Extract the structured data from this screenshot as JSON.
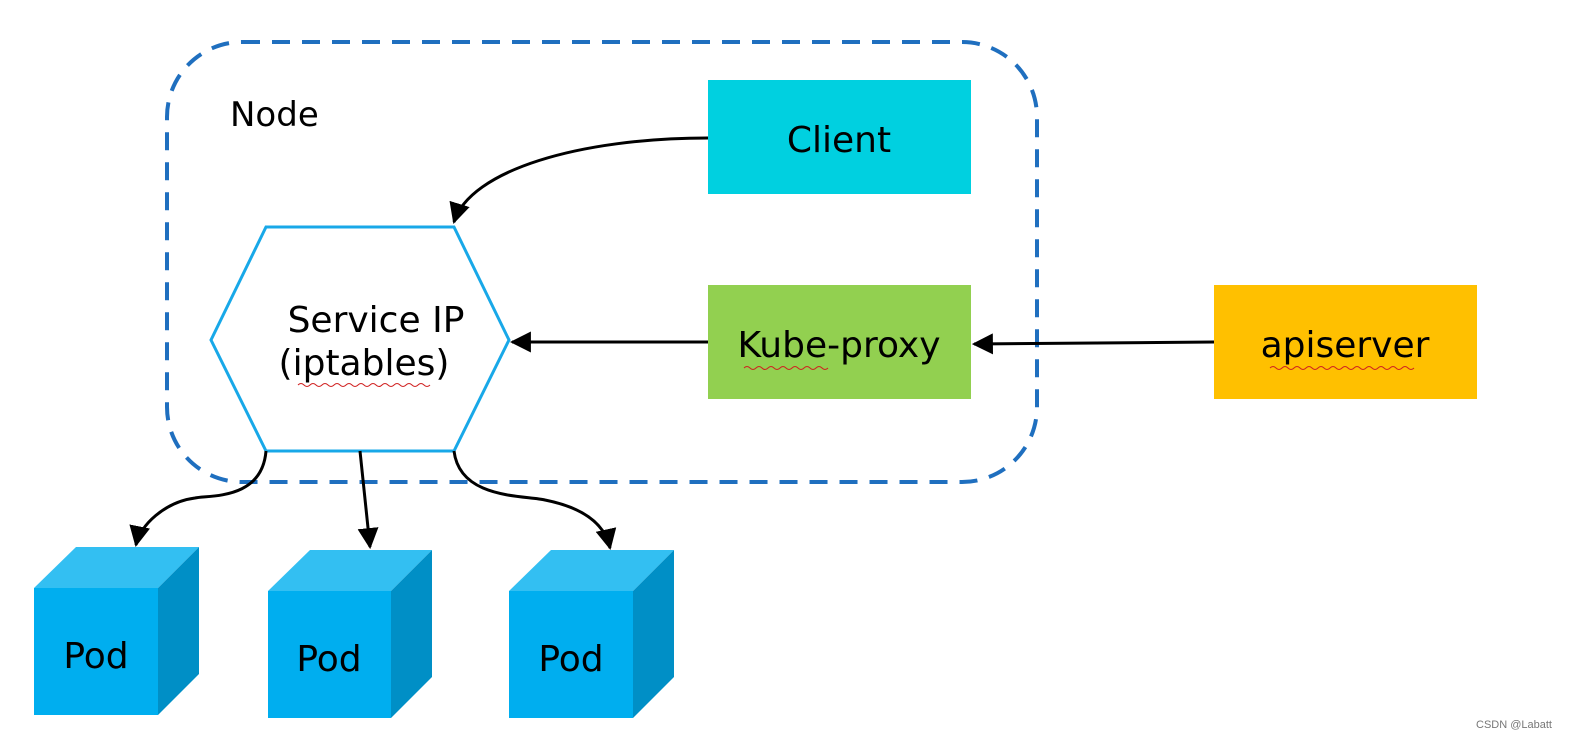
{
  "node": {
    "label": "Node",
    "border_color": "#1F6FBF"
  },
  "client": {
    "label": "Client",
    "color": "#00D0E0"
  },
  "service": {
    "line1": "Service IP",
    "line2": "(iptables)",
    "border_color": "#18A8E8"
  },
  "kube_proxy": {
    "label": "Kube-proxy",
    "color": "#92D050"
  },
  "apiserver": {
    "label": "apiserver",
    "color": "#FFC000"
  },
  "pods": [
    {
      "label": "Pod"
    },
    {
      "label": "Pod"
    },
    {
      "label": "Pod"
    }
  ],
  "pod_colors": {
    "front": "#00AEEF",
    "top": "#33BFF2",
    "side": "#008FC6"
  },
  "watermark": "CSDN @Labatt"
}
